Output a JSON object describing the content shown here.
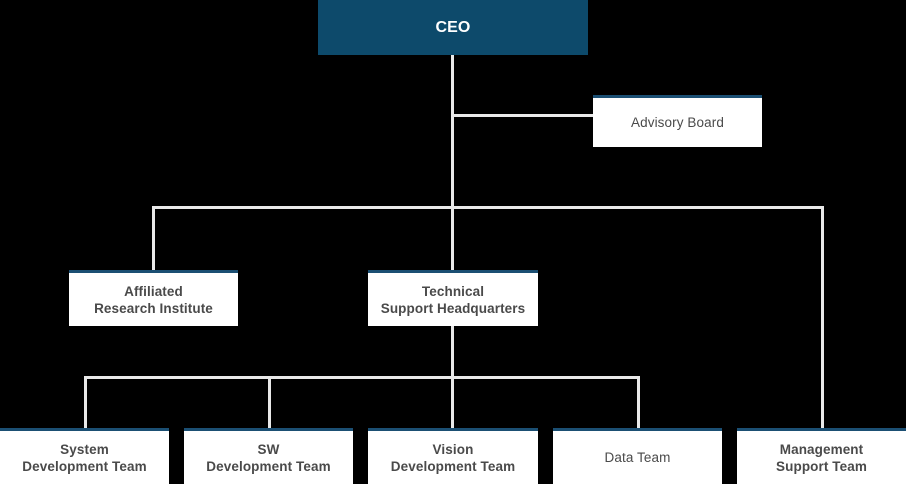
{
  "org_chart": {
    "type": "org-chart",
    "background_color": "#000000",
    "accent_color": "#1b4f73",
    "root_fill_color": "#0d4a6b",
    "node_fill_color": "#ffffff",
    "node_text_color": "#4a4a4a",
    "connector_color": "#e9e9e9",
    "nodes": [
      {
        "id": "ceo",
        "label": "CEO",
        "level": 0,
        "style": "root"
      },
      {
        "id": "advisory_board",
        "label": "Advisory Board",
        "level": 1,
        "style": "plain",
        "weight": "regular"
      },
      {
        "id": "affiliated_research_institute",
        "label": "Affiliated\nResearch Institute",
        "line1": "Affiliated",
        "line2": "Research Institute",
        "level": 2,
        "style": "plain",
        "weight": "bold"
      },
      {
        "id": "technical_support_headquarters",
        "label": "Technical\nSupport Headquarters",
        "line1": "Technical",
        "line2": "Support Headquarters",
        "level": 2,
        "style": "plain",
        "weight": "bold"
      },
      {
        "id": "system_development_team",
        "label": "System\nDevelopment Team",
        "line1": "System",
        "line2": "Development Team",
        "level": 3,
        "style": "plain",
        "weight": "bold"
      },
      {
        "id": "sw_development_team",
        "label": "SW\nDevelopment Team",
        "line1": "SW",
        "line2": "Development Team",
        "level": 3,
        "style": "plain",
        "weight": "bold"
      },
      {
        "id": "vision_development_team",
        "label": "Vision\nDevelopment Team",
        "line1": "Vision",
        "line2": "Development Team",
        "level": 3,
        "style": "plain",
        "weight": "bold"
      },
      {
        "id": "data_team",
        "label": "Data Team",
        "line1": "Data Team",
        "line2": "",
        "level": 3,
        "style": "plain",
        "weight": "regular"
      },
      {
        "id": "management_support_team",
        "label": "Management\nSupport Team",
        "line1": "Management",
        "line2": "Support Team",
        "level": 3,
        "style": "plain",
        "weight": "bold"
      }
    ],
    "edges": [
      {
        "from": "ceo",
        "to": "advisory_board"
      },
      {
        "from": "ceo",
        "to": "affiliated_research_institute"
      },
      {
        "from": "ceo",
        "to": "technical_support_headquarters"
      },
      {
        "from": "ceo",
        "to": "management_support_team"
      },
      {
        "from": "technical_support_headquarters",
        "to": "system_development_team"
      },
      {
        "from": "technical_support_headquarters",
        "to": "sw_development_team"
      },
      {
        "from": "technical_support_headquarters",
        "to": "vision_development_team"
      },
      {
        "from": "technical_support_headquarters",
        "to": "data_team"
      }
    ]
  }
}
